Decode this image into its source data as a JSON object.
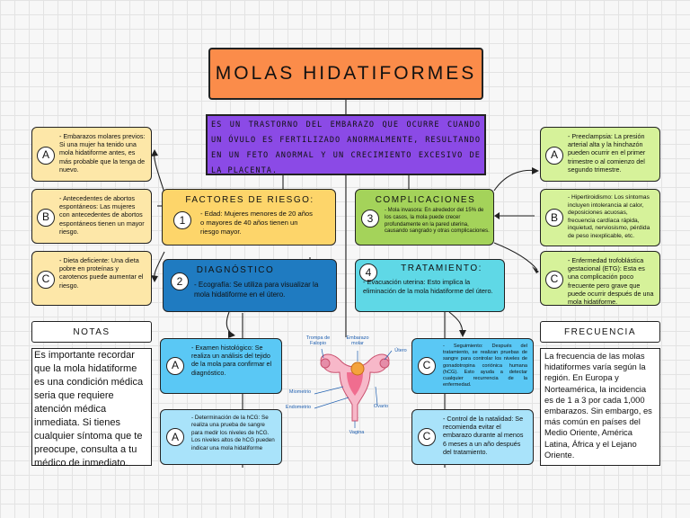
{
  "title": "MOLAS HIDATIFORMES",
  "definition": "ES UN TRASTORNO DEL EMBARAZO QUE OCURRE CUANDO UN ÓVULO ES FERTILIZADO ANORMALMENTE, RESULTANDO EN UN FETO ANORMAL Y UN CRECIMIENTO EXCESIVO DE LA PLACENTA.",
  "left_side": [
    {
      "letter": "A",
      "text": "- Embarazos molares previos: Si una mujer ha tenido una mola hidatiforme antes, es más probable que la tenga de nuevo."
    },
    {
      "letter": "B",
      "text": "- Antecedentes de abortos espontáneos: Las mujeres con antecedentes de abortos espontáneos tienen un mayor riesgo."
    },
    {
      "letter": "C",
      "text": "- Dieta deficiente: Una dieta pobre en proteínas y carotenos puede aumentar el riesgo."
    }
  ],
  "right_side": [
    {
      "letter": "A",
      "text": "- Preeclampsia: La presión arterial alta y la hinchazón pueden ocurrir en el primer trimestre o al comienzo del segundo trimestre."
    },
    {
      "letter": "B",
      "text": "- Hipertiroidismo: Los síntomas incluyen intolerancia al calor, deposiciones acuosas, frecuencia cardíaca rápida, inquietud, nerviosismo, pérdida de peso inexplicable, etc."
    },
    {
      "letter": "C",
      "text": "- Enfermedad trofoblástica gestacional (ETG): Esta es una complicación poco frecuente pero grave que puede ocurrir después de una mola hidatiforme."
    }
  ],
  "factores": {
    "number": "1",
    "title": "FACTORES DE RIESGO:",
    "text": "- Edad: Mujeres menores de 20 años o mayores de 40 años tienen un riesgo mayor."
  },
  "complicaciones": {
    "number": "3",
    "title": "COMPLICACIONES",
    "text": "- Mola invasora: En alrededor del 15% de los casos, la mola puede crecer profundamente en la pared uterina, causando sangrado y otras complicaciones."
  },
  "diagnostico": {
    "number": "2",
    "title": "DIAGNÓSTICO",
    "text": "- Ecografía: Se utiliza para visualizar la mola hidatiforme en el útero."
  },
  "tratamiento": {
    "number": "4",
    "title": "TRATAMIENTO:",
    "text": "- Evacuación uterina: Esto implica la eliminación de la mola hidatiforme del útero."
  },
  "diag_sub": [
    {
      "letter": "A",
      "text": "- Examen histológico: Se realiza un análisis del tejido de la mola para confirmar el diagnóstico."
    },
    {
      "letter": "A",
      "text": "- Determinación de la hCG: Se realiza una prueba de sangre para medir los niveles de hCG. Los niveles altos de hCG pueden indicar una mola hidatiforme"
    }
  ],
  "trat_sub": [
    {
      "letter": "C",
      "text": "- Seguimiento: Después del tratamiento, se realizan pruebas de sangre para controlar los niveles de gonadotropina coriónica humana (hCG). Esto ayuda a detectar cualquier recurrencia de la enfermedad."
    },
    {
      "letter": "C",
      "text": "- Control de la natalidad: Se recomienda evitar el embarazo durante al menos 6 meses a un año después del tratamiento."
    }
  ],
  "notas": {
    "title": "NOTAS",
    "text": "Es importante recordar que la mola hidatiforme es una condición médica seria que requiere atención médica inmediata. Si tienes cualquier síntoma que te preocupe, consulta a tu médico de inmediato."
  },
  "frecuencia": {
    "title": "FRECUENCIA",
    "text": "La frecuencia de las molas hidatiformes varía según la región. En Europa y Norteamérica, la incidencia es de 1 a 3 por cada 1,000 embarazos. Sin embargo, es más común en países del Medio Oriente, América Latina, África y el Lejano Oriente."
  },
  "uterus_labels": {
    "trompa": "Trompa de Falopio",
    "embarazo": "Embarazo molar",
    "utero": "Útero",
    "miometrio": "Miometrio",
    "endometrio": "Endometrio",
    "ovario": "Ovario",
    "vagina": "Vagina"
  },
  "colors": {
    "title": "#fb8c4a",
    "definition": "#8b4ae6",
    "yellow": "#fdd56a",
    "green": "#a4d35a",
    "blue_dark": "#1f7bc1",
    "cyan": "#5fd8e6",
    "light_yellow": "#fde7a8",
    "light_green": "#d6f29a",
    "light_blue": "#a9e3fa"
  }
}
